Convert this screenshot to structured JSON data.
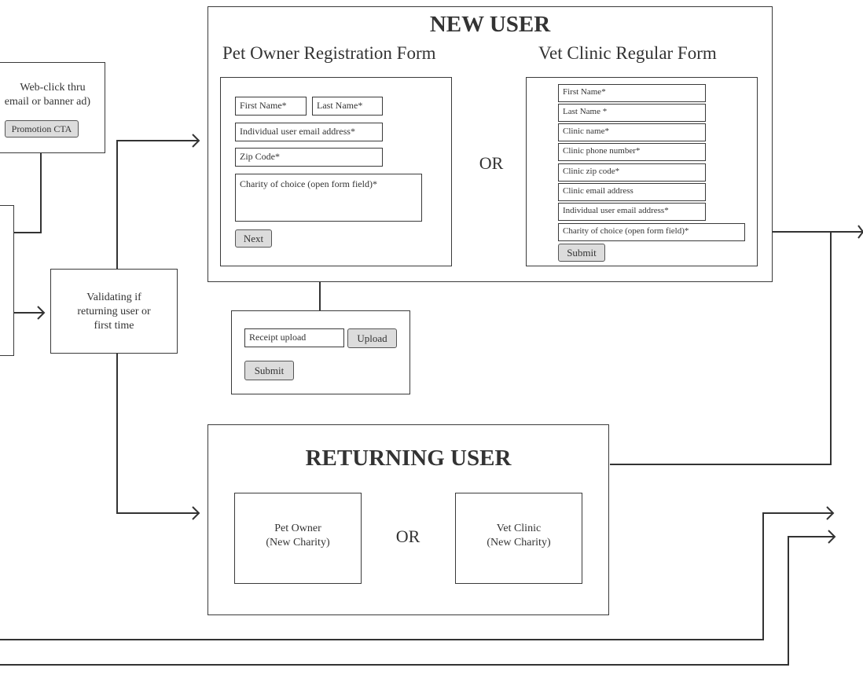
{
  "new_user": {
    "title": "NEW USER",
    "pet_owner_form": {
      "heading": "Pet Owner Registration Form",
      "first_name": "First Name*",
      "last_name": "Last Name*",
      "email": "Individual user email address*",
      "zip": "Zip Code*",
      "charity": "Charity of choice (open form field)*",
      "next_label": "Next"
    },
    "or_label": "OR",
    "vet_clinic_form": {
      "heading": "Vet Clinic Regular Form",
      "fields": [
        "First Name*",
        "Last Name *",
        "Clinic name*",
        "Clinic phone number*",
        "Clinic zip code*",
        "Clinic email address",
        "Individual user email address*",
        "Charity of choice (open form field)*"
      ],
      "submit_label": "Submit"
    }
  },
  "web_click": {
    "line1": "Web-click thru",
    "line2": "email or banner ad)",
    "cta_label": "Promotion CTA"
  },
  "validating": {
    "line1": "Validating if",
    "line2": "returning user or",
    "line3": "first time"
  },
  "receipt": {
    "field": "Receipt upload",
    "upload_label": "Upload",
    "submit_label": "Submit"
  },
  "returning_user": {
    "title": "RETURNING USER",
    "or_label": "OR",
    "pet_owner": {
      "line1": "Pet Owner",
      "line2": "(New Charity)"
    },
    "vet_clinic": {
      "line1": "Vet Clinic",
      "line2": "(New Charity)"
    }
  }
}
